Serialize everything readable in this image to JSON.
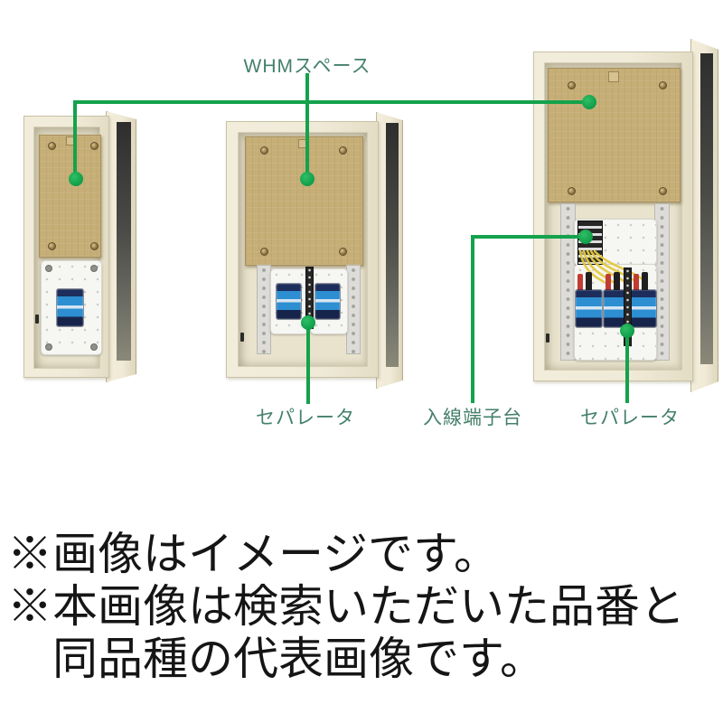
{
  "annotations": {
    "whm_space": "WHMスペース",
    "separator_middle": "セパレータ",
    "inlet_terminal": "入線端子台",
    "separator_right": "セパレータ"
  },
  "disclaimer": {
    "line1": "※画像はイメージです。",
    "line2": "※本画像は検索いただいた品番と",
    "line3": "同品種の代表画像です。"
  },
  "colors": {
    "annotation_green": "#14A24C",
    "label_text_green": "#44806A",
    "panel_cream": "#F0EAD8",
    "backboard_tan": "#C6AE77",
    "breaker_blue": "#2D8ED2",
    "breaker_navy": "#1D2E5C",
    "wire_yellow": "#E3C93F",
    "rail_gray": "#DDDCD8",
    "separator_black": "#262626",
    "disclaimer_text": "#151515"
  }
}
